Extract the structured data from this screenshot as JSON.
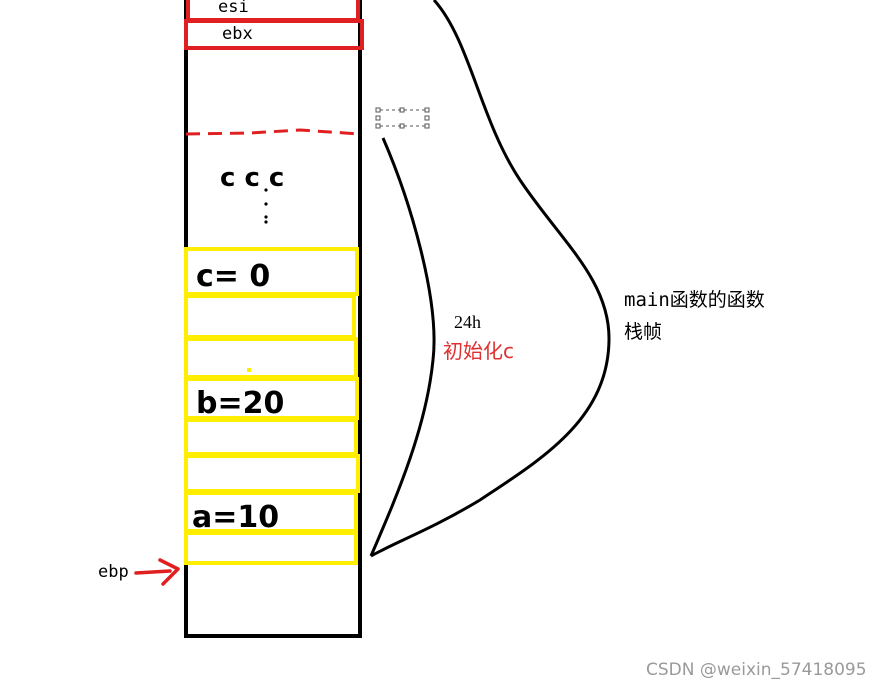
{
  "registers": {
    "esi": "esi",
    "ebx": "ebx"
  },
  "stack_labels": {
    "c_fill": "c c c",
    "c_init": "c= 0",
    "b_init": "b=20",
    "a_init": "a=10"
  },
  "annotations": {
    "size": "24h",
    "init_note": "初始化c",
    "frame_line1": "main函数的函数",
    "frame_line2": "栈帧",
    "ebp": "ebp"
  },
  "watermark": "CSDN @weixin_57418095",
  "colors": {
    "stack_border": "#000000",
    "red_box": "#e02020",
    "yellow_box": "#ffee00",
    "red_text": "#e03030",
    "arrow": "#e02020",
    "watermark": "#9a9a9a"
  }
}
